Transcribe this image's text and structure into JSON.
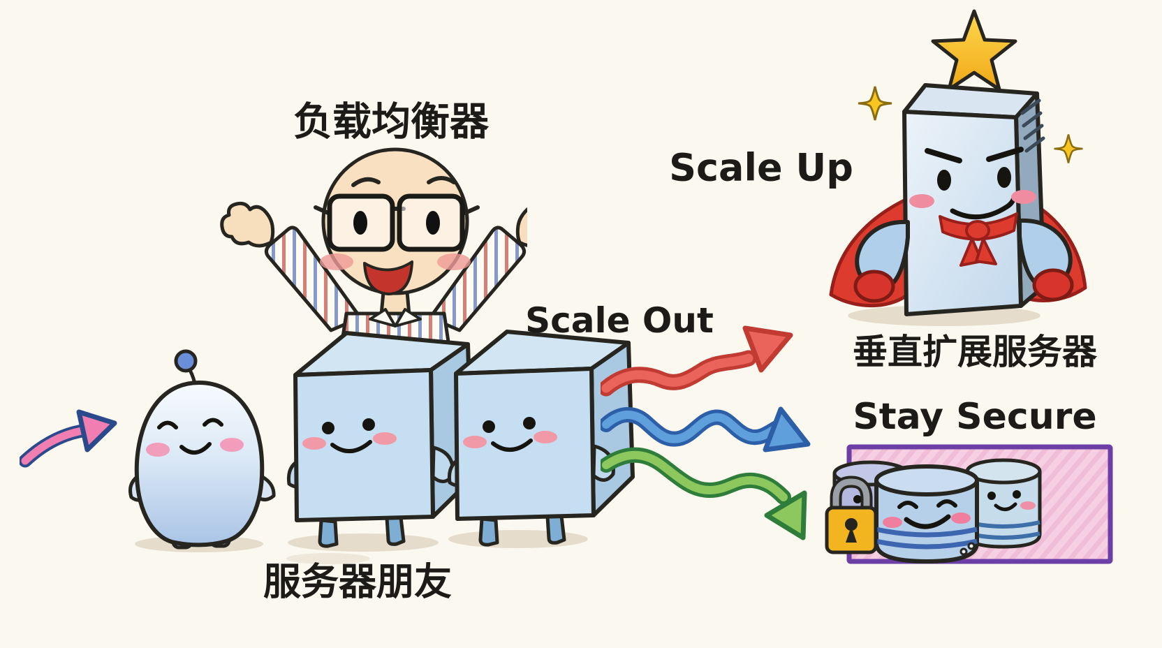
{
  "scene": {
    "title": "server scaling hand-drawn illustration",
    "background": "#FAF8EF"
  },
  "labels": {
    "load_balancer": "负载均衡器",
    "server_friends": "服务器朋友",
    "scale_up": "Scale Up",
    "scale_out": "Scale Out",
    "vertical_scale": "垂直扩展服务器",
    "stay_secure": "Stay Secure"
  },
  "figures": {
    "incoming_request_arrow": "pink curved arrow",
    "small_server_bot": "round blue robot with antenna",
    "load_balancer_character": "bald man with glasses and striped shirt",
    "cube_server_left": "blue cube server robot",
    "cube_server_right": "blue cube server robot",
    "scale_arrow_red": "red rising wavy arrow",
    "scale_arrow_blue": "blue zigzag arrow",
    "scale_arrow_green": "green descending wavy arrow",
    "scaled_up_server": "tower server hero with cape and star",
    "secure_cluster": "three database servers in locked pink box"
  },
  "palette": {
    "background": "#FAF8EF",
    "ink": "#26251F",
    "cape_red": "#DE3B2F",
    "arrow_red": "#EA645C",
    "arrow_blue": "#5FA0DC",
    "arrow_green": "#8CC85E",
    "arrow_pink": "#F07EB0",
    "star_gold": "#F6C21C",
    "lock_gold": "#F3B51F",
    "secure_border_purple": "#6C3FA6",
    "secure_fill_pink": "#F6CFE3",
    "server_blue": "#C6DEF1"
  }
}
